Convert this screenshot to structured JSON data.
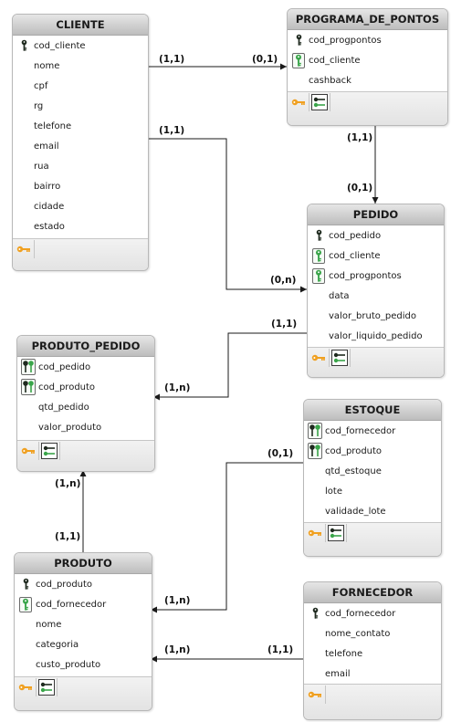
{
  "colors": {
    "pk_key": "#1f2a1f",
    "fk_key": "#3aa54a",
    "relation_line": "#1a1a1a",
    "header_top": "#e6e6e6",
    "header_bottom": "#bdbdbd",
    "footer_key": "#f0a020"
  },
  "entities": {
    "cliente": {
      "name": "CLIENTE",
      "attributes": [
        {
          "name": "cod_cliente",
          "key": "pk"
        },
        {
          "name": "nome",
          "key": "none"
        },
        {
          "name": "cpf",
          "key": "none"
        },
        {
          "name": "rg",
          "key": "none"
        },
        {
          "name": "telefone",
          "key": "none"
        },
        {
          "name": "email",
          "key": "none"
        },
        {
          "name": "rua",
          "key": "none"
        },
        {
          "name": "bairro",
          "key": "none"
        },
        {
          "name": "cidade",
          "key": "none"
        },
        {
          "name": "estado",
          "key": "none"
        }
      ],
      "footer_icons": [
        "primary-key-icon"
      ]
    },
    "programa_de_pontos": {
      "name": "PROGRAMA_DE_PONTOS",
      "attributes": [
        {
          "name": "cod_progpontos",
          "key": "pk"
        },
        {
          "name": "cod_cliente",
          "key": "fk"
        },
        {
          "name": "cashback",
          "key": "none"
        }
      ],
      "footer_icons": [
        "primary-key-icon",
        "foreign-key-icon"
      ]
    },
    "pedido": {
      "name": "PEDIDO",
      "attributes": [
        {
          "name": "cod_pedido",
          "key": "pk"
        },
        {
          "name": "cod_cliente",
          "key": "fk"
        },
        {
          "name": "cod_progpontos",
          "key": "fk"
        },
        {
          "name": "data",
          "key": "none"
        },
        {
          "name": "valor_bruto_pedido",
          "key": "none"
        },
        {
          "name": "valor_liquido_pedido",
          "key": "none"
        }
      ],
      "footer_icons": [
        "primary-key-icon",
        "foreign-key-icon"
      ]
    },
    "produto_pedido": {
      "name": "PRODUTO_PEDIDO",
      "attributes": [
        {
          "name": "cod_pedido",
          "key": "pkfk"
        },
        {
          "name": "cod_produto",
          "key": "pkfk"
        },
        {
          "name": "qtd_pedido",
          "key": "none"
        },
        {
          "name": "valor_produto",
          "key": "none"
        }
      ],
      "footer_icons": [
        "primary-key-icon",
        "foreign-key-icon"
      ]
    },
    "estoque": {
      "name": "ESTOQUE",
      "attributes": [
        {
          "name": "cod_fornecedor",
          "key": "pkfk"
        },
        {
          "name": "cod_produto",
          "key": "pkfk"
        },
        {
          "name": "qtd_estoque",
          "key": "none"
        },
        {
          "name": "lote",
          "key": "none"
        },
        {
          "name": "validade_lote",
          "key": "none"
        }
      ],
      "footer_icons": [
        "primary-key-icon",
        "foreign-key-icon"
      ]
    },
    "produto": {
      "name": "PRODUTO",
      "attributes": [
        {
          "name": "cod_produto",
          "key": "pk"
        },
        {
          "name": "cod_fornecedor",
          "key": "fk"
        },
        {
          "name": "nome",
          "key": "none"
        },
        {
          "name": "categoria",
          "key": "none"
        },
        {
          "name": "custo_produto",
          "key": "none"
        }
      ],
      "footer_icons": [
        "primary-key-icon",
        "foreign-key-icon"
      ]
    },
    "fornecedor": {
      "name": "FORNECEDOR",
      "attributes": [
        {
          "name": "cod_fornecedor",
          "key": "pk"
        },
        {
          "name": "nome_contato",
          "key": "none"
        },
        {
          "name": "telefone",
          "key": "none"
        },
        {
          "name": "email",
          "key": "none"
        }
      ],
      "footer_icons": [
        "primary-key-icon"
      ]
    }
  },
  "relationships": [
    {
      "id": "cliente-programa",
      "from_card": "(1,1)",
      "to_card": "(0,1)"
    },
    {
      "id": "cliente-pedido",
      "from_card": "(1,1)",
      "to_card": "(0,n)"
    },
    {
      "id": "programa-pedido",
      "from_card": "(1,1)",
      "to_card": "(0,1)"
    },
    {
      "id": "pedido-produto-pedido",
      "from_card": "(1,1)",
      "to_card": "(1,n)"
    },
    {
      "id": "produto-produto-pedido",
      "from_card": "(1,1)",
      "to_card": "(1,n)"
    },
    {
      "id": "estoque-produto",
      "from_card": "(0,1)",
      "to_card": "(1,n)"
    },
    {
      "id": "fornecedor-produto",
      "from_card": "(1,1)",
      "to_card": "(1,n)"
    }
  ]
}
